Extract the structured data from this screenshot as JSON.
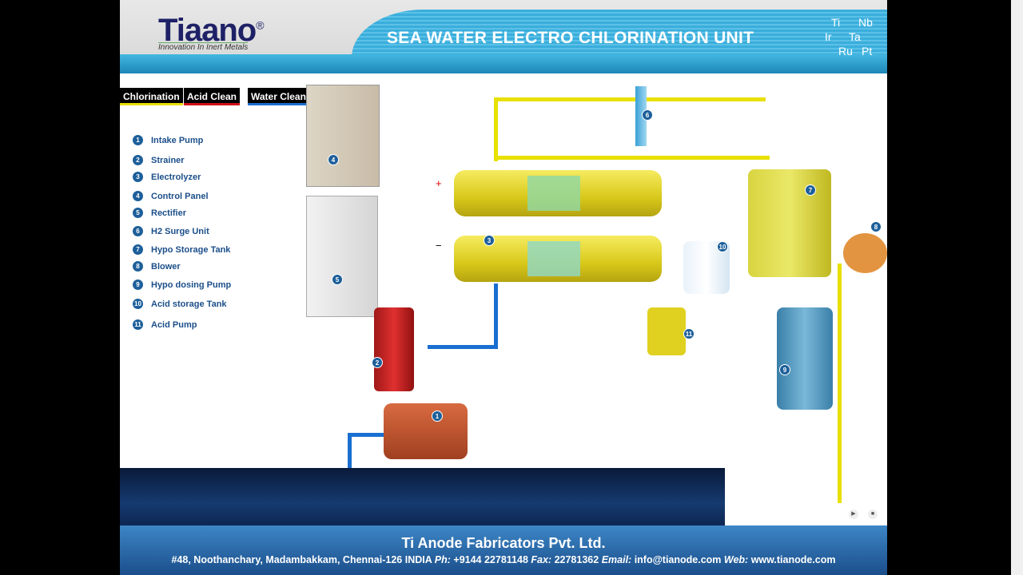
{
  "header": {
    "logo": "Tiaano",
    "registered": "®",
    "tagline": "Innovation In Inert Metals",
    "title": "SEA WATER ELECTRO CHLORINATION UNIT",
    "elements": [
      "Ti",
      "Nb",
      "Ir",
      "Ta",
      "Ru",
      "Pt"
    ]
  },
  "tabs": [
    {
      "label": "Chlorination",
      "underline": "#e8e000"
    },
    {
      "label": "Acid Clean",
      "underline": "#d0101a"
    },
    {
      "label": "Water Clean",
      "underline": "#1a6fd0"
    }
  ],
  "legend": [
    {
      "num": "1",
      "label": "Intake Pump"
    },
    {
      "num": "2",
      "label": "Strainer"
    },
    {
      "num": "3",
      "label": "Electrolyzer"
    },
    {
      "num": "4",
      "label": "Control Panel"
    },
    {
      "num": "5",
      "label": "Rectifier"
    },
    {
      "num": "6",
      "label": "H2 Surge Unit"
    },
    {
      "num": "7",
      "label": "Hypo Storage Tank"
    },
    {
      "num": "8",
      "label": "Blower"
    },
    {
      "num": "9",
      "label": "Hypo dosing Pump"
    },
    {
      "num": "10",
      "label": "Acid storage Tank"
    },
    {
      "num": "11",
      "label": "Acid Pump"
    }
  ],
  "diagram": {
    "plus": "+",
    "minus": "−"
  },
  "footer": {
    "company": "Ti Anode Fabricators Pvt. Ltd.",
    "address": "#48, Noothanchary, Madambakkam, Chennai-126 INDIA",
    "ph_label": "Ph:",
    "phone": "+9144 22781148",
    "fax_label": "Fax:",
    "fax": "22781362",
    "email_label": "Email:",
    "email": "info@tianode.com",
    "web_label": "Web:",
    "web": "www.tianode.com"
  },
  "colors": {
    "accent": "#2ea3d6",
    "legend": "#1c4f8a",
    "footer": "#2a6aa8"
  }
}
